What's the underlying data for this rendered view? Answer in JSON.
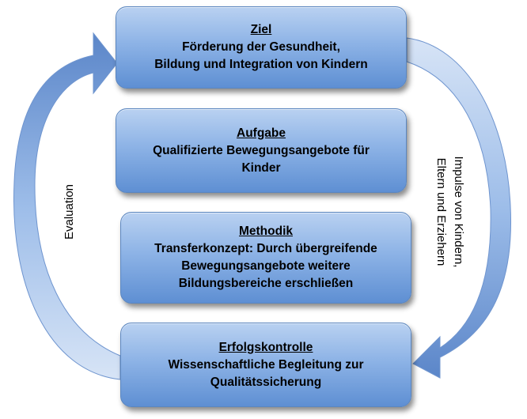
{
  "boxes": {
    "ziel": {
      "title": "Ziel",
      "lines": [
        "Förderung der Gesundheit,",
        "Bildung und Integration von Kindern"
      ]
    },
    "aufgabe": {
      "title": "Aufgabe",
      "lines": [
        "Qualifizierte Bewegungsangebote für",
        "Kinder"
      ]
    },
    "methodik": {
      "title": "Methodik",
      "lines": [
        "Transferkonzept: Durch übergreifende",
        "Bewegungsangebote weitere",
        "Bildungsbereiche erschließen"
      ]
    },
    "erfolgskontrolle": {
      "title": "Erfolgskontrolle",
      "lines": [
        "Wissenschaftliche Begleitung zur",
        "Qualitätssicherung"
      ]
    }
  },
  "arrows": {
    "left_label": "Evaluation",
    "right_label_lines": [
      "Impulse von Kindern,",
      "Eltern und Erziehern"
    ]
  },
  "colors": {
    "arrow_light": "#c9daf2",
    "arrow_dark": "#5b86c9",
    "box_top": "#b9d1f1",
    "box_bottom": "#5e8fd3"
  }
}
